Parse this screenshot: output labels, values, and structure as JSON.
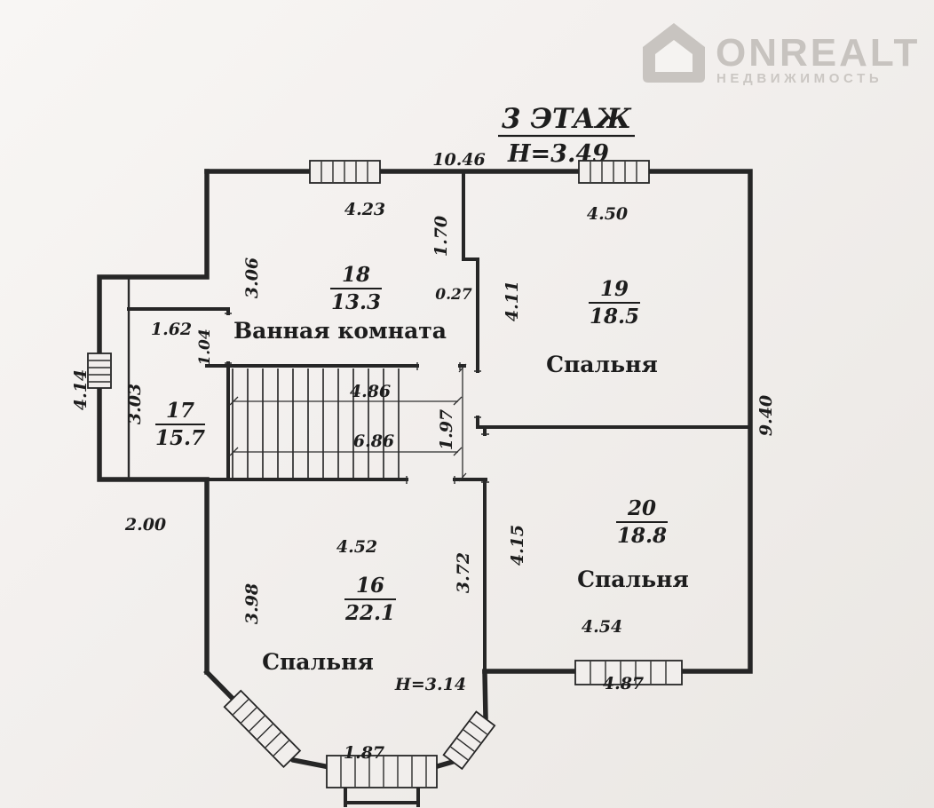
{
  "colors": {
    "paper": "#f1eeec",
    "ink": "#262626",
    "logo_gray": "#c7c3bf"
  },
  "logo": {
    "brand": "ONREALT",
    "subtitle": "НЕДВИЖИМОСТЬ"
  },
  "header": {
    "floor_title": "3 ЭТАЖ",
    "floor_height": "Н=3.49"
  },
  "rooms": [
    {
      "number": "18",
      "area": "13.3",
      "name": "Ванная комната"
    },
    {
      "number": "19",
      "area": "18.5",
      "name": "Спальня"
    },
    {
      "number": "17",
      "area": "15.7",
      "name": ""
    },
    {
      "number": "20",
      "area": "18.8",
      "name": "Спальня"
    },
    {
      "number": "16",
      "area": "22.1",
      "name": "Спальня"
    }
  ],
  "dims": {
    "top_total": "10.46",
    "bath_top": "4.23",
    "bath_right": "1.70",
    "bed19_top": "4.50",
    "bath_left": "3.06",
    "wall_jog": "0.27",
    "bed19_left": "4.11",
    "hall_top": "1.62",
    "hall_door": "1.04",
    "wing_left": "4.14",
    "hall_left": "3.03",
    "stairs_top": "4.86",
    "corridor_right": "1.97",
    "stairs_bottom": "6.86",
    "right_total": "9.40",
    "wing_bottom": "2.00",
    "bed16_top": "4.52",
    "bed16_right": "3.72",
    "bed20_left": "4.15",
    "bed16_left": "3.98",
    "bed20_bottom": "4.54",
    "bed20_bottom_outer": "4.87",
    "bay_height": "Н=3.14",
    "bay_bottom": "1.87"
  }
}
